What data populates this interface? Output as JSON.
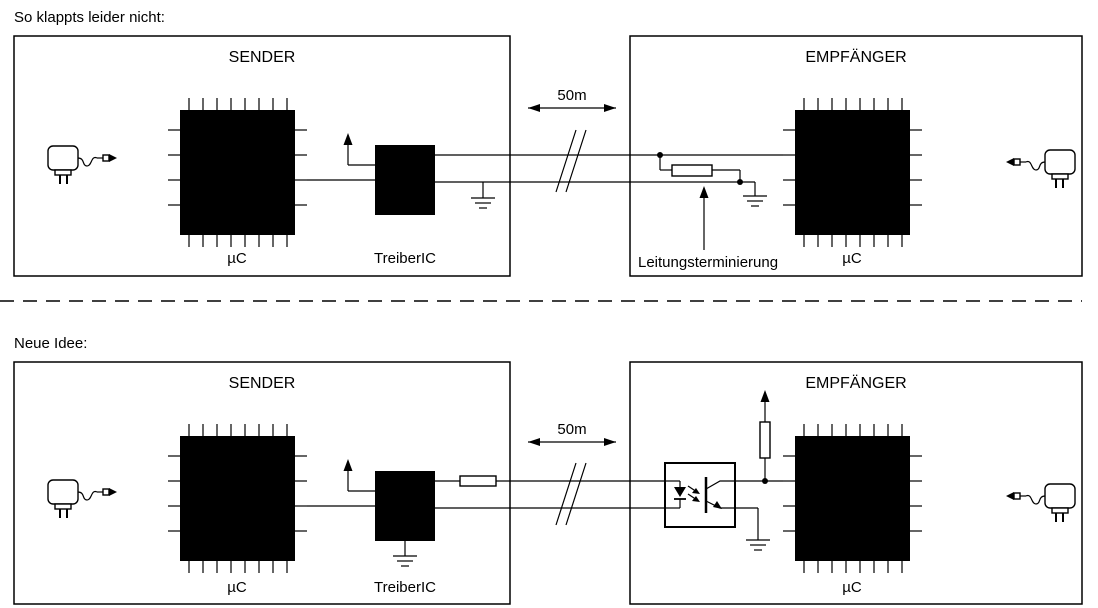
{
  "page": {
    "background": "#ffffff",
    "ink": "#000000"
  },
  "diagram": {
    "top": {
      "caption": "So klappts leider nicht:",
      "sender": {
        "title": "SENDER",
        "mcu_label": "µC",
        "driver_label": "TreiberIC"
      },
      "cable": {
        "length_label": "50m"
      },
      "receiver": {
        "title": "EMPFÄNGER",
        "mcu_label": "µC",
        "termination_label": "Leitungsterminierung"
      }
    },
    "bottom": {
      "caption": "Neue Idee:",
      "sender": {
        "title": "SENDER",
        "mcu_label": "µC",
        "driver_label": "TreiberIC"
      },
      "cable": {
        "length_label": "50m"
      },
      "receiver": {
        "title": "EMPFÄNGER",
        "mcu_label": "µC"
      }
    }
  }
}
